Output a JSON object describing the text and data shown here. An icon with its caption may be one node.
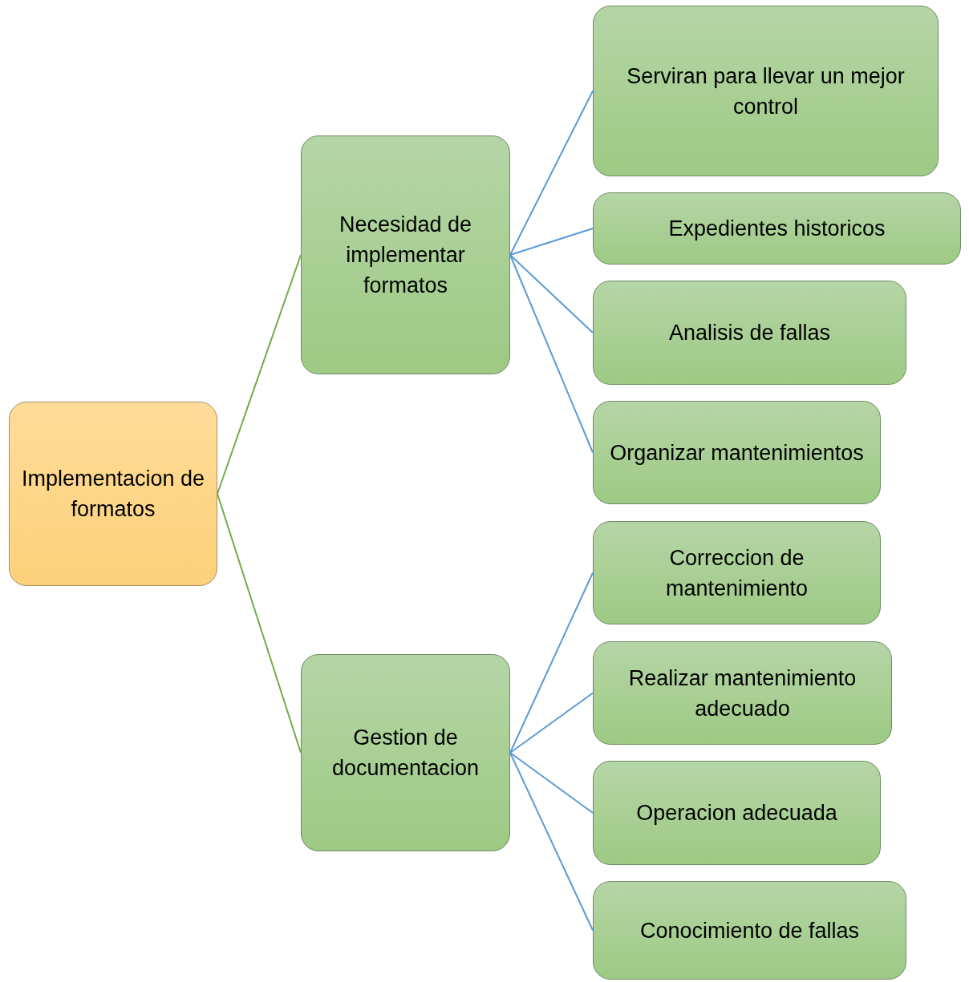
{
  "diagram": {
    "nodes": [
      {
        "text": [
          "Implementacion de formatos"
        ]
      },
      {
        "text": [
          "Necesidad de implementar formatos"
        ]
      },
      {
        "text": [
          "Gestion de documentacion"
        ]
      },
      {
        "text": [
          "Serviran para llevar un mejor control"
        ]
      },
      {
        "text": [
          "Expedientes historicos"
        ]
      },
      {
        "text": [
          "Analisis de fallas"
        ]
      },
      {
        "text": [
          "Organizar mantenimientos"
        ]
      },
      {
        "text": [
          "Correccion de mantenimiento"
        ]
      },
      {
        "text": [
          "Realizar mantenimiento adecuado"
        ]
      },
      {
        "text": [
          "Operacion adecuada"
        ]
      },
      {
        "text": [
          "Conocimiento de fallas"
        ]
      }
    ],
    "edges": [
      {
        "from": 0,
        "to": 1,
        "arrow": "none",
        "color": "#70ad47"
      },
      {
        "from": 0,
        "to": 2,
        "arrow": "none",
        "color": "#70ad47"
      },
      {
        "from": 1,
        "to": 3,
        "arrow": "none"
      },
      {
        "from": 1,
        "to": 4,
        "arrow": "none"
      },
      {
        "from": 1,
        "to": 5,
        "arrow": "none"
      },
      {
        "from": 1,
        "to": 6,
        "arrow": "none"
      },
      {
        "from": 2,
        "to": 7,
        "arrow": "none"
      },
      {
        "from": 2,
        "to": 8,
        "arrow": "none"
      },
      {
        "from": 2,
        "to": 9,
        "arrow": "none"
      },
      {
        "from": 2,
        "to": 10,
        "arrow": "none"
      }
    ]
  }
}
